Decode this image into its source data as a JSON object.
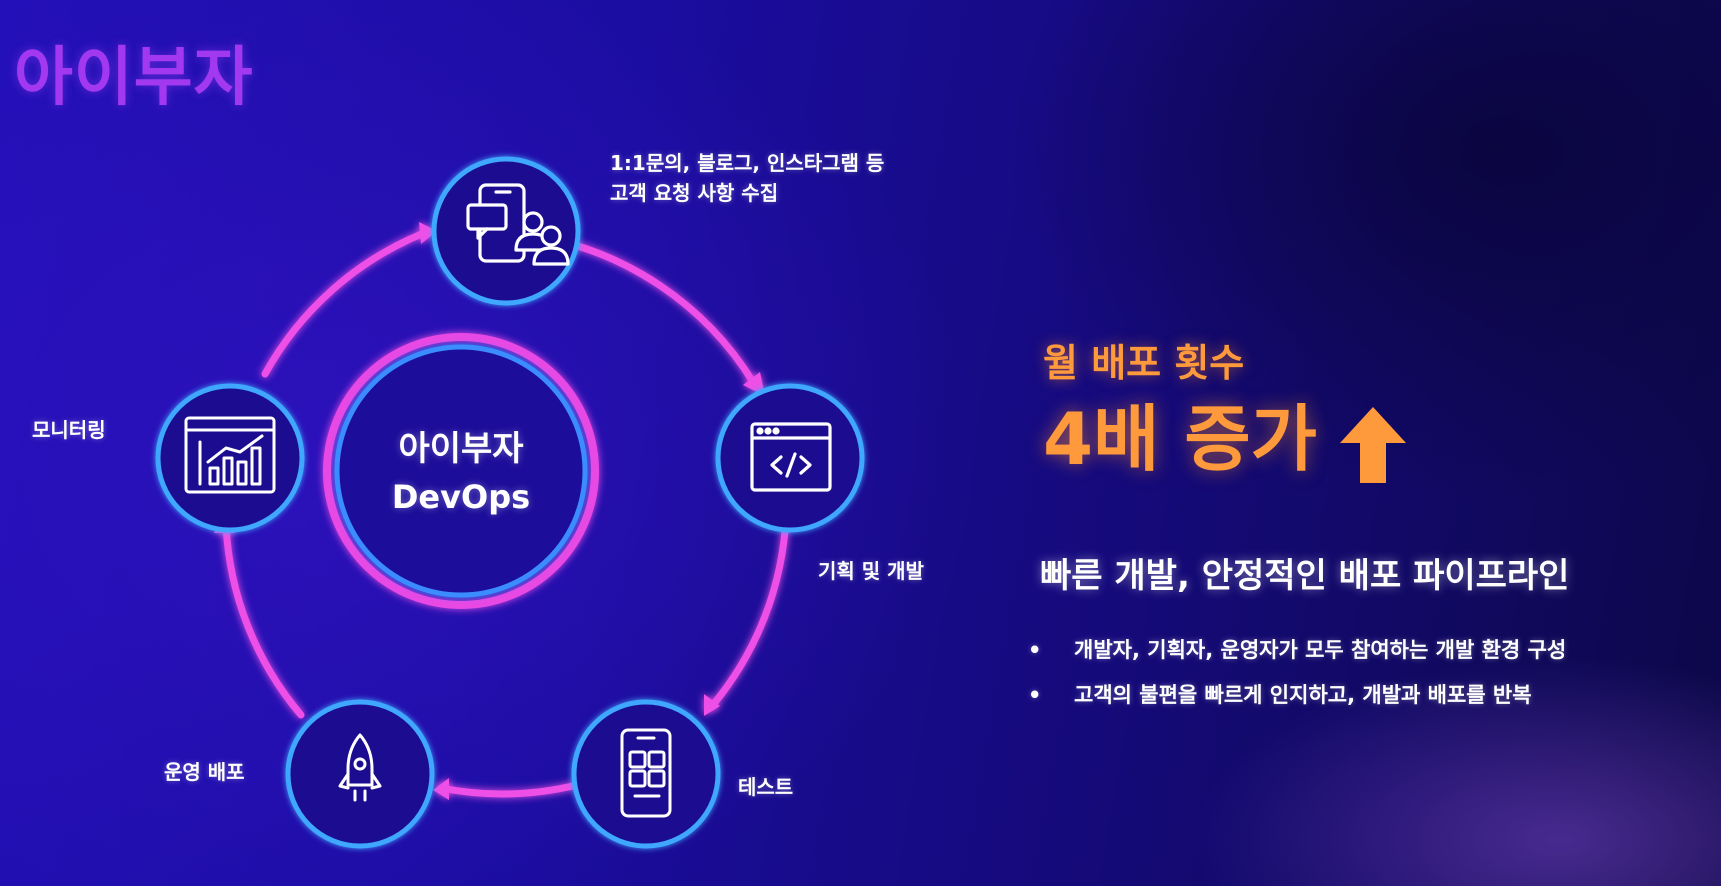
{
  "brand": {
    "logo_text": "아이부자"
  },
  "center": {
    "line1": "아이부자",
    "line2": "DevOps"
  },
  "steps": [
    {
      "lines": [
        "1:1문의, 블로그, 인스타그램 등",
        "고객 요청 사항 수집"
      ],
      "icon": "chat-users-icon"
    },
    {
      "lines": [
        "기획 및 개발"
      ],
      "icon": "code-window-icon"
    },
    {
      "lines": [
        "테스트"
      ],
      "icon": "mobile-test-icon"
    },
    {
      "lines": [
        "운영 배포"
      ],
      "icon": "rocket-icon"
    },
    {
      "lines": [
        "모니터링"
      ],
      "icon": "monitoring-chart-icon"
    }
  ],
  "stat": {
    "title": "월 배포 횟수",
    "value": "4배 증가",
    "arrow": "up-arrow-icon"
  },
  "headline": "빠른 개발,  안정적인 배포 파이프라인",
  "bullets": [
    "개발자, 기획자, 운영자가 모두 참여하는 개발 환경 구성",
    "고객의 불편을 빠르게 인지하고, 개발과 배포를 반복"
  ],
  "colors": {
    "accent_orange": "#ff9a3c",
    "cycle_pink": "#ee4fe6",
    "node_blue": "#3fa7ff",
    "logo_purple": "#a238f0"
  }
}
